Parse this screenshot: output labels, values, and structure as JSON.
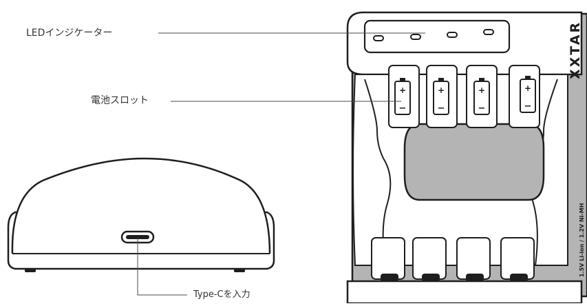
{
  "labels": {
    "led_indicator": "LEDインジケーター",
    "battery_slot": "電池スロット",
    "typec_input": "Type-Cを入力"
  },
  "device": {
    "brand": "XTAR",
    "side_text": "1.5V Li-ion / 1.2V Ni-MH"
  },
  "colors": {
    "line": "#4a4a4a",
    "outline": "#1e1e1e",
    "body_gray": "#b4b4b4",
    "text": "#333333"
  }
}
